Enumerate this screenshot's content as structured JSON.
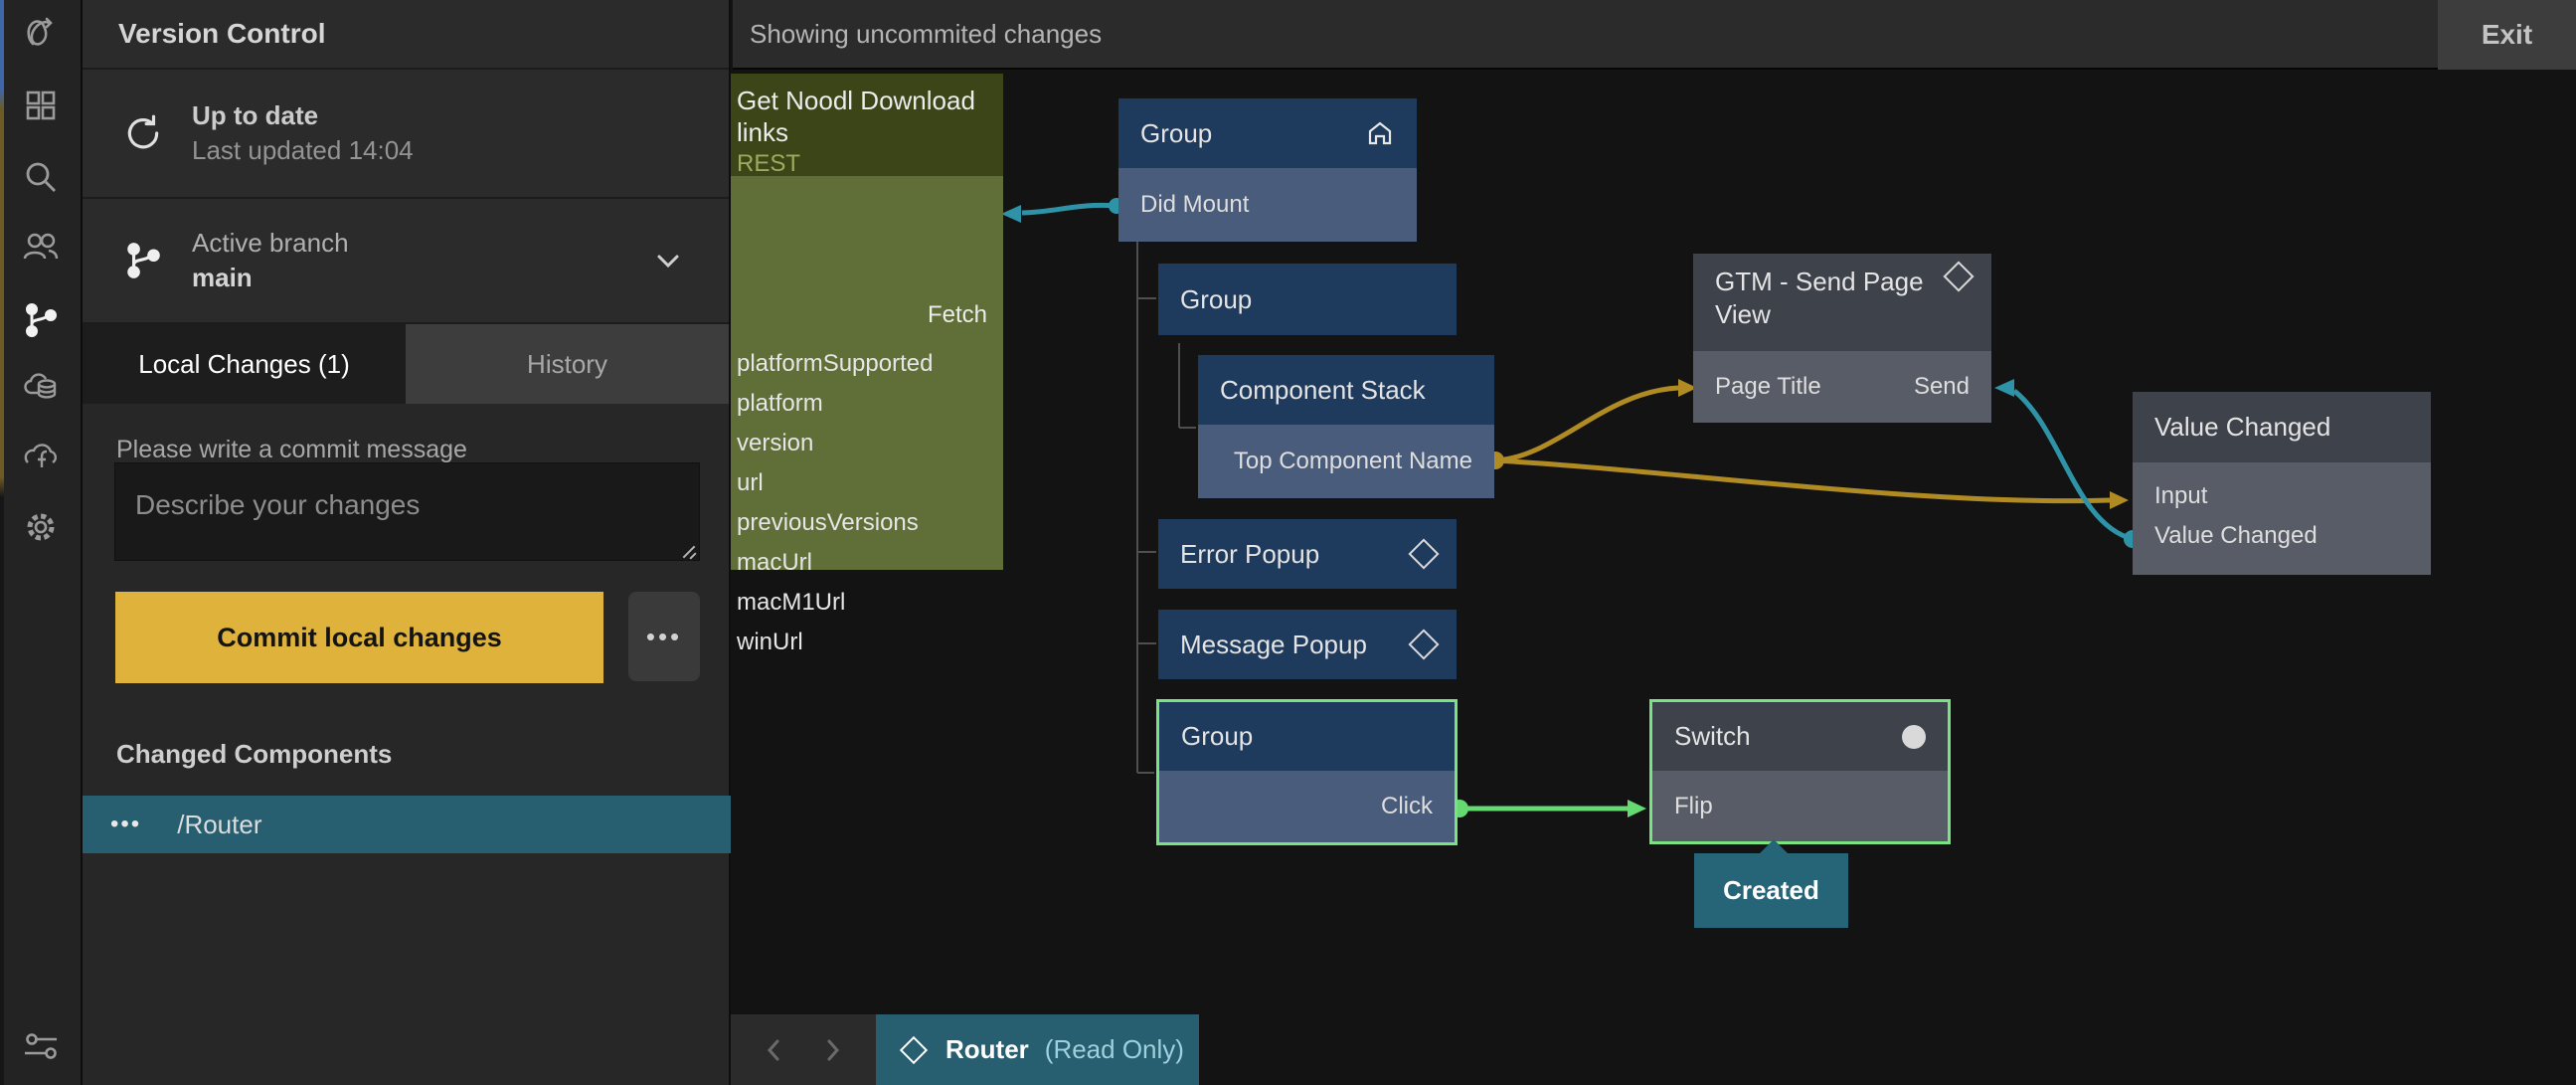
{
  "colors": {
    "commit_yellow": "#dfb23c",
    "wire_teal": "#2f93a8",
    "wire_orange": "#b08a22",
    "selection_green": "#79e381",
    "highlight_teal": "#275e70",
    "node_blue_header": "#1e3a5c",
    "node_blue_row": "#495c7c",
    "rest_green_body": "#606f38"
  },
  "sidebar": {
    "icons": [
      "noodl-logo",
      "components-grid",
      "search",
      "collaborators",
      "version-control",
      "cloud-data",
      "cloud-functions",
      "settings",
      "editor-preferences"
    ]
  },
  "panel": {
    "title": "Version Control",
    "sync": {
      "status": "Up to date",
      "detail": "Last updated 14:04"
    },
    "branch": {
      "label": "Active branch",
      "name": "main"
    },
    "tabs": {
      "local": "Local Changes (1)",
      "history": "History"
    },
    "commit": {
      "label": "Please write a commit message",
      "placeholder": "Describe your changes",
      "button": "Commit local changes",
      "more": "•••"
    },
    "changed": {
      "heading": "Changed Components",
      "item": {
        "dots": "•••",
        "label": "/Router"
      }
    }
  },
  "topbar": {
    "status": "Showing uncommited changes",
    "exit": "Exit"
  },
  "canvas": {
    "nodes": {
      "rest": {
        "title": "Get Noodl Download links",
        "subtitle": "REST",
        "input": "Fetch",
        "outputs": [
          "platformSupported",
          "platform",
          "version",
          "url",
          "previousVersions",
          "macUrl",
          "macM1Url",
          "winUrl"
        ]
      },
      "group1": {
        "title": "Group",
        "port": "Did Mount"
      },
      "group2": {
        "title": "Group"
      },
      "stack": {
        "title": "Component Stack",
        "port": "Top Component Name"
      },
      "gtm": {
        "title": "GTM - Send Page View",
        "port_in": "Page Title",
        "port_send": "Send"
      },
      "value_changed": {
        "title": "Value Changed",
        "port_in": "Input",
        "port_out": "Value Changed"
      },
      "error_popup": {
        "title": "Error Popup"
      },
      "message_popup": {
        "title": "Message Popup"
      },
      "group_sel": {
        "title": "Group",
        "port": "Click"
      },
      "switch": {
        "title": "Switch",
        "port": "Flip"
      },
      "created": {
        "label": "Created"
      }
    },
    "breadcrumb": {
      "name": "Router",
      "mode": "(Read Only)"
    }
  }
}
